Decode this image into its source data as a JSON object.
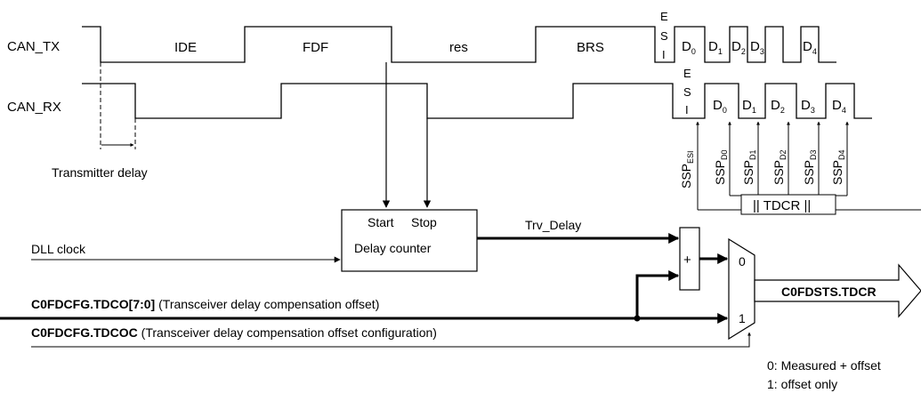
{
  "signals": {
    "tx": "CAN_TX",
    "rx": "CAN_RX"
  },
  "tx_fields": {
    "ide": "IDE",
    "fdf": "FDF",
    "res": "res",
    "brs": "BRS",
    "esi": [
      "E",
      "S",
      "I"
    ]
  },
  "rx_esi": [
    "E",
    "S",
    "I"
  ],
  "data_bits": {
    "prefix": "D",
    "subs": [
      "0",
      "1",
      "2",
      "3",
      "4"
    ]
  },
  "ssp": {
    "prefix": "SSP",
    "subs": [
      "ESI",
      "D0",
      "D1",
      "D2",
      "D3",
      "D4"
    ]
  },
  "transmitter_delay": "Transmitter delay",
  "tdcr_box": "|| TDCR ||",
  "delay_counter": {
    "start": "Start",
    "stop": "Stop",
    "label": "Delay counter"
  },
  "trv_delay": "Trv_Delay",
  "dll_clock": "DLL clock",
  "adder": "+",
  "mux": {
    "in0": "0",
    "in1": "1"
  },
  "tdco": {
    "reg": "C0FDCFG.TDCO[7:0]",
    "desc": " (Transceiver delay compensation offset)"
  },
  "tdcoc": {
    "reg": "C0FDCFG.TDCOC",
    "desc": " (Transceiver delay compensation offset configuration)"
  },
  "output": "C0FDSTS.TDCR",
  "legend": [
    "0: Measured + offset",
    "1: offset only"
  ]
}
